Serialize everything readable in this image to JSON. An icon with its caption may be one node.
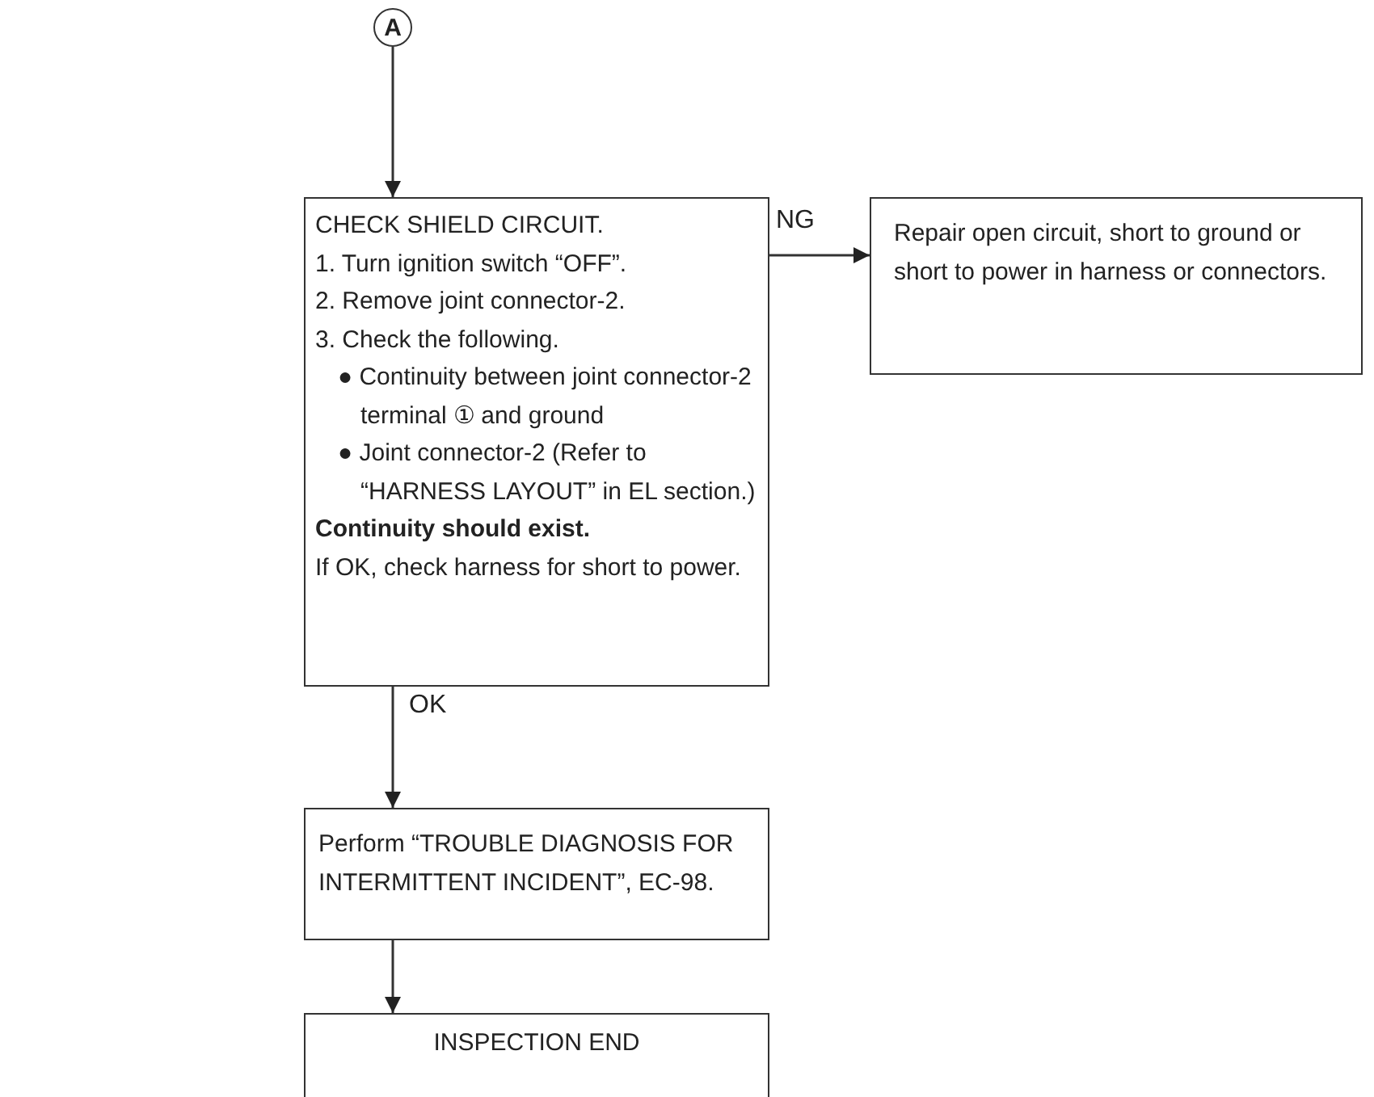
{
  "diagram": {
    "nodes": [
      {
        "text": [
          "A"
        ]
      },
      {
        "text": [
          "CHECK SHIELD CIRCUIT.",
          "1. Turn ignition switch “OFF”.",
          "2. Remove joint connector-2.",
          "3. Check the following.",
          "● Continuity between joint connector-2 terminal ① and ground",
          "● Joint connector-2 (Refer to “HARNESS LAYOUT” in EL section.)",
          "Continuity should exist.",
          "If OK, check harness for short to power."
        ]
      },
      {
        "text": [
          "Repair open circuit, short to ground or short to power in harness or connectors."
        ]
      },
      {
        "text": [
          "Perform “TROUBLE DIAGNOSIS FOR INTERMITTENT INCIDENT”, EC-98."
        ]
      },
      {
        "text": [
          "INSPECTION END"
        ]
      }
    ],
    "edges": [
      {
        "from": 0,
        "to": 1,
        "arrow": "to"
      },
      {
        "from": 1,
        "to": 2,
        "arrow": "to",
        "label": "NG"
      },
      {
        "from": 1,
        "to": 3,
        "arrow": "to",
        "label": "OK"
      },
      {
        "from": 3,
        "to": 4,
        "arrow": "to"
      }
    ]
  }
}
